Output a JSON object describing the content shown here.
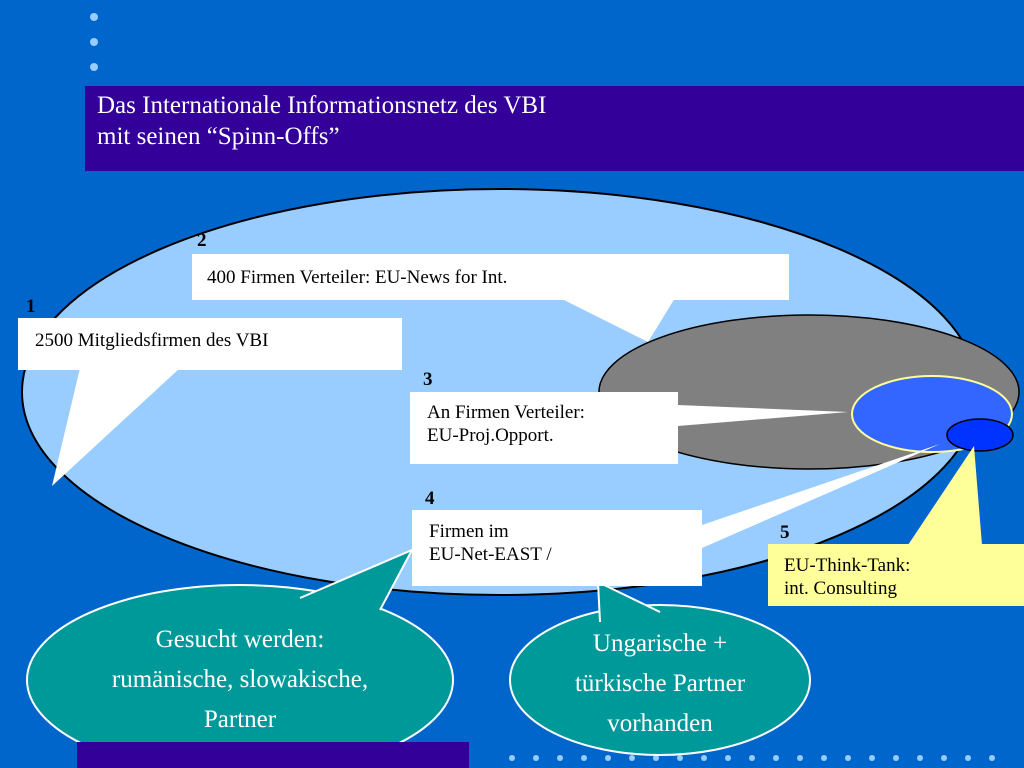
{
  "title": {
    "line1": "Das Internationale Informationsnetz des VBI",
    "line2": "mit seinen “Spinn-Offs”"
  },
  "nodes": [
    {
      "number": "1",
      "lines": [
        "2500 Mitgliedsfirmen des VBI"
      ]
    },
    {
      "number": "2",
      "lines": [
        "400 Firmen Verteiler: EU-News for Int."
      ]
    },
    {
      "number": "3",
      "lines": [
        "An Firmen Verteiler:",
        "EU-Proj.Opport."
      ]
    },
    {
      "number": "4",
      "lines": [
        "Firmen im",
        "EU-Net-EAST /"
      ]
    },
    {
      "number": "5",
      "lines": [
        "EU-Think-Tank:",
        "int. Consulting"
      ]
    }
  ],
  "callouts": [
    {
      "lines": [
        "Gesucht werden:",
        "rumänische, slowakische,",
        "Partner"
      ]
    },
    {
      "lines": [
        "Ungarische +",
        "türkische Partner",
        "vorhanden"
      ]
    }
  ],
  "colors": {
    "background": "#0066cc",
    "title_bar": "#330099",
    "outer_oval": "#99ccff",
    "gray_oval": "#808080",
    "blue_oval": "#3366ff",
    "inner_oval": "#0033ff",
    "callout_oval": "#009999",
    "think_tank_box": "#ffff99"
  }
}
